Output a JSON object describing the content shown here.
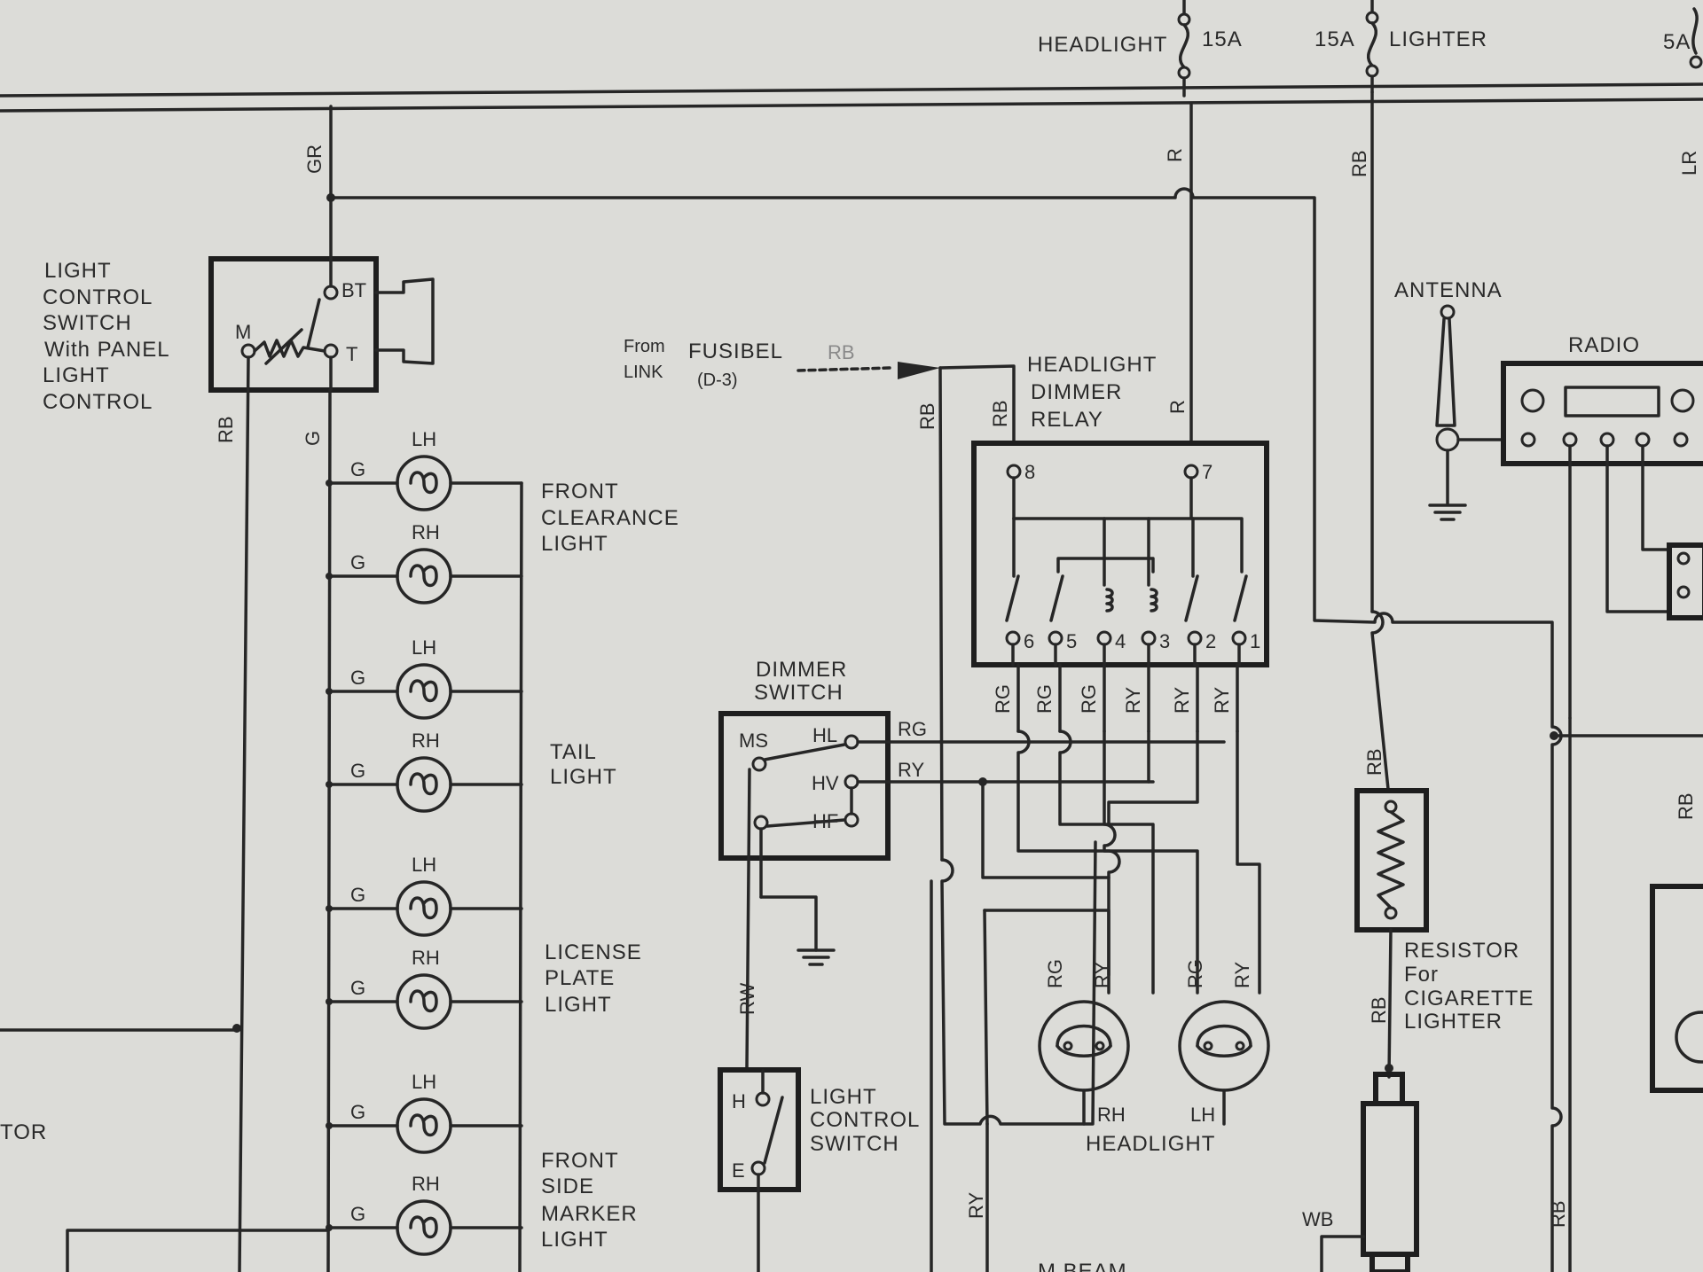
{
  "fuses": {
    "headlight": "HEADLIGHT",
    "headlight_rating": "15A",
    "lighter_rating": "15A",
    "lighter": "LIGHTER",
    "right_rating": "5A"
  },
  "light_control_switch_panel": {
    "lines": [
      "LIGHT",
      "CONTROL",
      "SWITCH",
      "With PANEL",
      "LIGHT",
      "CONTROL"
    ],
    "terminal_m": "M",
    "terminal_bt": "BT",
    "terminal_t": "T"
  },
  "wire_codes": {
    "gr": "GR",
    "rb": "RB",
    "g": "G",
    "r": "R",
    "lr": "LR",
    "rg": "RG",
    "ry": "RY",
    "rw": "RW",
    "wb": "WB"
  },
  "lamps": [
    {
      "side": "LH",
      "wire": "G"
    },
    {
      "side": "RH",
      "wire": "G"
    },
    {
      "side": "LH",
      "wire": "G"
    },
    {
      "side": "RH",
      "wire": "G"
    },
    {
      "side": "LH",
      "wire": "G"
    },
    {
      "side": "RH",
      "wire": "G"
    },
    {
      "side": "LH",
      "wire": "G"
    },
    {
      "side": "RH",
      "wire": "G"
    }
  ],
  "lamp_groups": {
    "front_clearance": [
      "FRONT",
      "CLEARANCE",
      "LIGHT"
    ],
    "tail": [
      "TAIL",
      "LIGHT"
    ],
    "license_plate": [
      "LICENSE",
      "PLATE",
      "LIGHT"
    ],
    "front_side_marker": [
      "FRONT",
      "SIDE",
      "MARKER",
      "LIGHT"
    ]
  },
  "fusible_link": {
    "from": "From",
    "name": "FUSIBEL",
    "link": "LINK",
    "ref": "(D-3)"
  },
  "dimmer_relay": {
    "lines": [
      "HEADLIGHT",
      "DIMMER",
      "RELAY"
    ],
    "terminals": [
      "8",
      "7",
      "6",
      "5",
      "4",
      "3",
      "2",
      "1"
    ]
  },
  "dimmer_switch": {
    "lines": [
      "DIMMER",
      "SWITCH"
    ],
    "ms": "MS",
    "hl": "HL",
    "hv": "HV",
    "hf": "HF"
  },
  "light_control_switch": {
    "lines": [
      "LIGHT",
      "CONTROL",
      "SWITCH"
    ],
    "h": "H",
    "e": "E"
  },
  "headlights": {
    "rh": "RH",
    "lh": "LH",
    "label": "HEADLIGHT"
  },
  "antenna": "ANTENNA",
  "radio": "RADIO",
  "resistor": [
    "RESISTOR",
    "For",
    "CIGARETTE",
    "LIGHTER"
  ],
  "edge_text": "TOR",
  "bottom_text": "M BEAM"
}
